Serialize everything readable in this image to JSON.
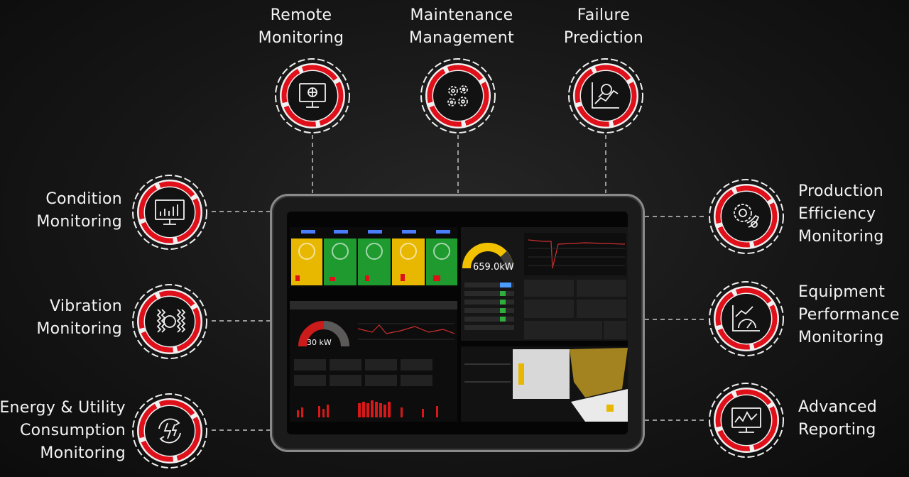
{
  "features": {
    "remote": {
      "line1": "Remote",
      "line2": "Monitoring",
      "icon": "remote-monitor-icon"
    },
    "maintenance": {
      "line1": "Maintenance",
      "line2": "Management",
      "icon": "gears-icon"
    },
    "failure": {
      "line1": "Failure",
      "line2": "Prediction",
      "icon": "magnifier-chart-icon"
    },
    "condition": {
      "line1": "Condition",
      "line2": "Monitoring",
      "icon": "monitor-chart-icon"
    },
    "vibration": {
      "line1": "Vibration",
      "line2": "Monitoring",
      "icon": "vibration-icon"
    },
    "energy": {
      "line1": "Energy & Utility",
      "line2": "Consumption",
      "line3": "Monitoring",
      "icon": "energy-cycle-icon"
    },
    "production": {
      "line1": "Production",
      "line2": "Efficiency",
      "line3": "Monitoring",
      "icon": "gear-hand-icon"
    },
    "equipment": {
      "line1": "Equipment",
      "line2": "Performance",
      "line3": "Monitoring",
      "icon": "gauge-chart-icon"
    },
    "reporting": {
      "line1": "Advanced",
      "line2": "Reporting",
      "icon": "report-monitor-icon"
    }
  },
  "dashboard": {
    "gauge_value_1": "659.0kW",
    "gauge_value_2": "30 kW"
  },
  "colors": {
    "accent_red": "#e0101b",
    "ring_white": "#f0f0f0",
    "badge_fill": "#121212",
    "tile_green": "#1f9a2f",
    "tile_yellow": "#e8b800",
    "gauge_yellow": "#f2c200"
  }
}
